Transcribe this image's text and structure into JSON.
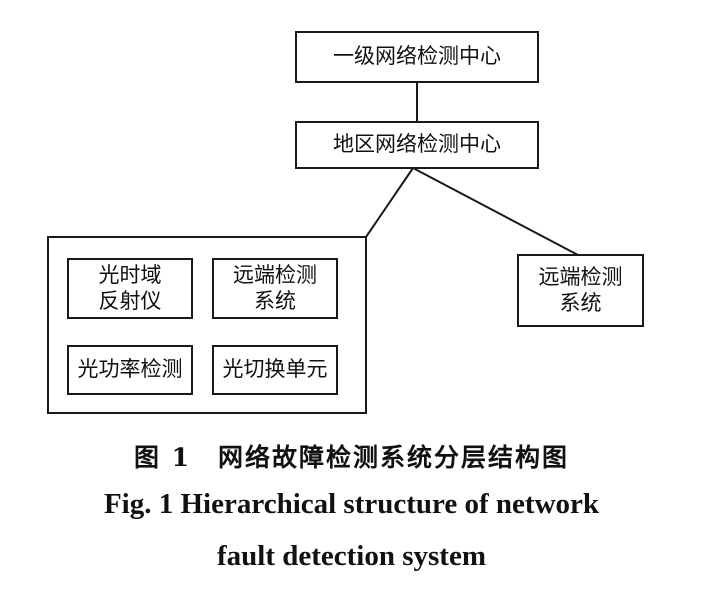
{
  "nodes": {
    "level1_center": "一级网络检测中心",
    "regional_center": "地区网络检测中心",
    "remote_right": "远端检测\n系统",
    "group": {
      "otdr": "光时域\n反射仪",
      "remote": "远端检测\n系统",
      "power": "光功率检测",
      "switch": "光切换单元"
    }
  },
  "caption": {
    "cn": "图 1　网络故障检测系统分层结构图",
    "en_line1": "Fig. 1  Hierarchical structure of network",
    "en_line2": "fault detection system"
  }
}
